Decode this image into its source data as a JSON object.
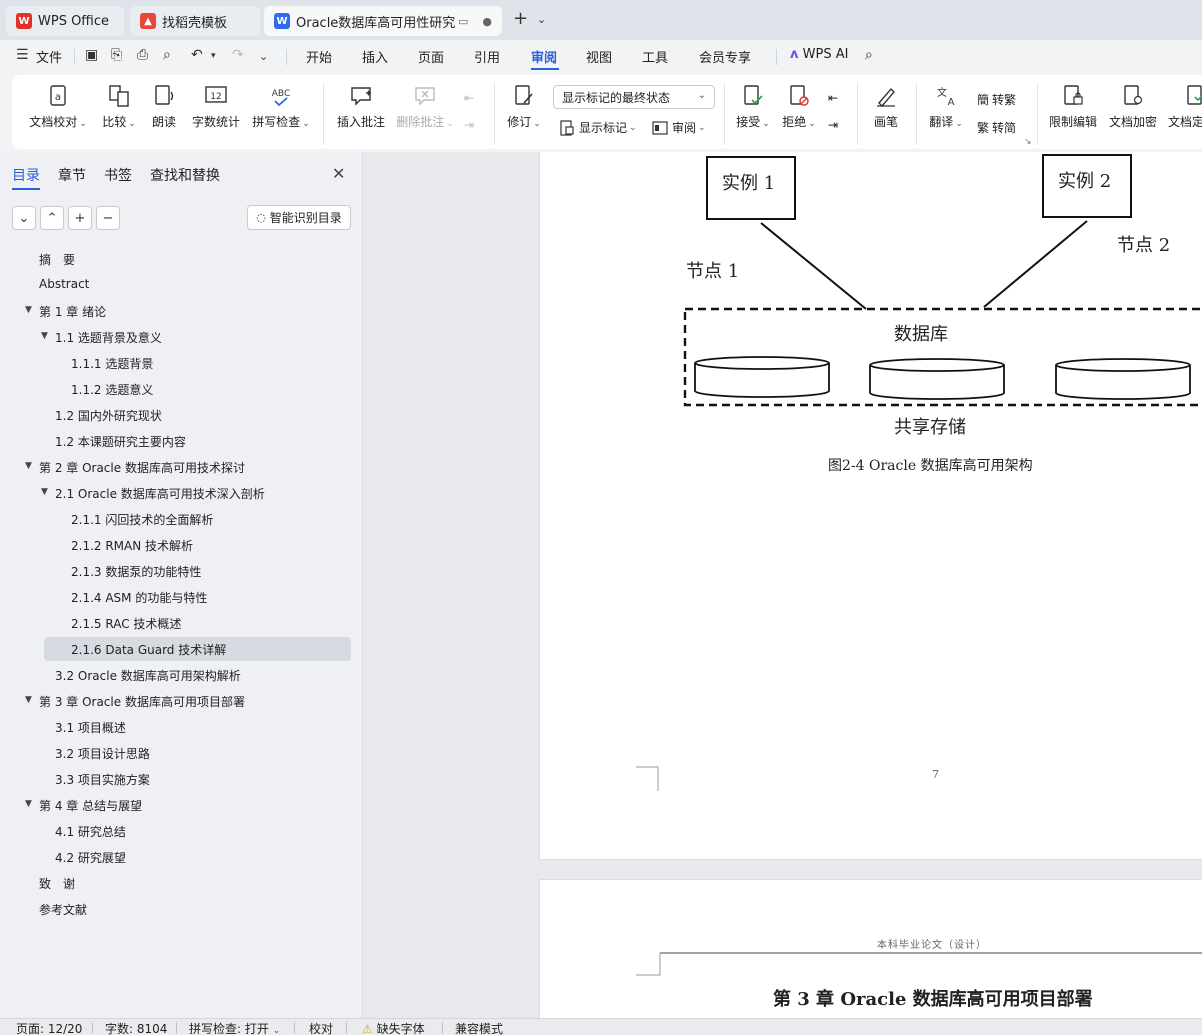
{
  "tabs": [
    {
      "label": "WPS Office"
    },
    {
      "label": "找稻壳模板"
    },
    {
      "label": "Oracle数据库高可用性研究与"
    }
  ],
  "menu": {
    "file_label": "文件",
    "items": [
      "开始",
      "插入",
      "页面",
      "引用",
      "审阅",
      "视图",
      "工具",
      "会员专享"
    ],
    "ai_label": "WPS AI"
  },
  "ribbon": {
    "proofread": "文档校对",
    "compare": "比较",
    "read_aloud": "朗读",
    "word_count": "字数统计",
    "spell_check": "拼写检查",
    "insert_comment": "插入批注",
    "delete_comment": "删除批注",
    "track_changes": "修订",
    "markup_state": "显示标记的最终状态",
    "show_markup": "显示标记",
    "review_pane": "审阅",
    "accept": "接受",
    "reject": "拒绝",
    "pen": "画笔",
    "translate": "翻译",
    "to_traditional": "转繁",
    "to_simplified": "转简",
    "restrict_edit": "限制编辑",
    "encrypt": "文档加密",
    "doc_final": "文档定"
  },
  "sidebar": {
    "tabs": [
      "目录",
      "章节",
      "书签",
      "查找和替换"
    ],
    "smart_toc": "智能识别目录",
    "toc": [
      {
        "label": "摘　要",
        "level": 0
      },
      {
        "label": "Abstract",
        "level": 0
      },
      {
        "label": "第 1 章  绪论",
        "level": 0
      },
      {
        "label": "1.1  选题背景及意义",
        "level": 1
      },
      {
        "label": "1.1.1  选题背景",
        "level": 2
      },
      {
        "label": "1.1.2  选题意义",
        "level": 2
      },
      {
        "label": "1.2  国内外研究现状",
        "level": 1
      },
      {
        "label": "1.2 本课题研究主要内容",
        "level": 1
      },
      {
        "label": "第 2 章  Oracle 数据库高可用技术探讨",
        "level": 0
      },
      {
        "label": "2.1 Oracle 数据库高可用技术深入剖析",
        "level": 1
      },
      {
        "label": "2.1.1  闪回技术的全面解析",
        "level": 2
      },
      {
        "label": "2.1.2 RMAN 技术解析",
        "level": 2
      },
      {
        "label": "2.1.3  数据泵的功能特性",
        "level": 2
      },
      {
        "label": "2.1.4 ASM 的功能与特性",
        "level": 2
      },
      {
        "label": "2.1.5 RAC 技术概述",
        "level": 2
      },
      {
        "label": "2.1.6 Data Guard 技术详解",
        "level": 2
      },
      {
        "label": "3.2 Oracle 数据库高可用架构解析",
        "level": 1
      },
      {
        "label": "第 3 章  Oracle 数据库高可用项目部署",
        "level": 0
      },
      {
        "label": "3.1  项目概述",
        "level": 1
      },
      {
        "label": "3.2  项目设计思路",
        "level": 1
      },
      {
        "label": "3.3  项目实施方案",
        "level": 1
      },
      {
        "label": "第 4 章  总结与展望",
        "level": 0
      },
      {
        "label": "4.1  研究总结",
        "level": 1
      },
      {
        "label": "4.2  研究展望",
        "level": 1
      },
      {
        "label": "致　谢",
        "level": 0
      },
      {
        "label": "参考文献",
        "level": 0
      }
    ]
  },
  "document": {
    "diagram": {
      "instance1": "实例 1",
      "instance2": "实例 2",
      "node1": "节点 1",
      "node2": "节点 2",
      "database": "数据库",
      "shared_storage": "共享存储"
    },
    "caption": "图2-4 Oracle 数据库高可用架构",
    "page_number": "7",
    "header_text": "本科毕业论文（设计）",
    "chapter_title": "第 3 章  Oracle 数据库高可用项目部署"
  },
  "status": {
    "page": "页面: 12/20",
    "words": "字数: 8104",
    "spell": "拼写检查: 打开",
    "proof": "校对",
    "missing_fonts": "缺失字体",
    "compat": "兼容模式"
  },
  "colors": {
    "accent": "#2b5fd9",
    "wps_red": "#e0322b",
    "docer_red": "#e8453c",
    "writer_blue": "#2f6bea",
    "warning": "#f0a020"
  }
}
